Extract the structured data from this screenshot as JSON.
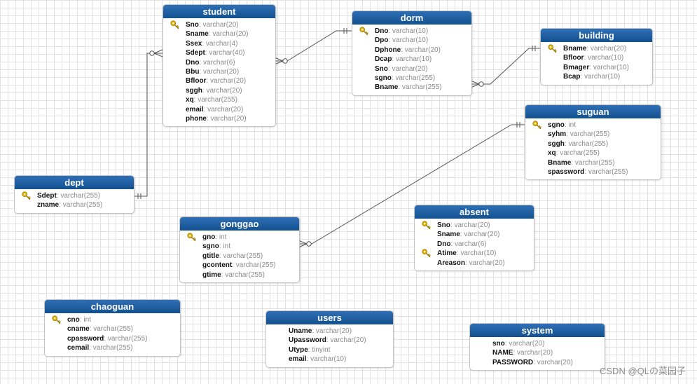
{
  "diagram": {
    "tables": [
      {
        "id": "student",
        "name": "student",
        "fields": [
          {
            "name": "Sno",
            "type": "varchar(20)",
            "key": true
          },
          {
            "name": "Sname",
            "type": "varchar(20)",
            "key": false
          },
          {
            "name": "Ssex",
            "type": "varchar(4)",
            "key": false
          },
          {
            "name": "Sdept",
            "type": "varchar(40)",
            "key": false
          },
          {
            "name": "Dno",
            "type": "varchar(6)",
            "key": false
          },
          {
            "name": "Bbu",
            "type": "varchar(20)",
            "key": false
          },
          {
            "name": "Bfloor",
            "type": "varchar(20)",
            "key": false
          },
          {
            "name": "sggh",
            "type": "varchar(20)",
            "key": false
          },
          {
            "name": "xq",
            "type": "varchar(255)",
            "key": false
          },
          {
            "name": "email",
            "type": "varchar(20)",
            "key": false
          },
          {
            "name": "phone",
            "type": "varchar(20)",
            "key": false
          }
        ]
      },
      {
        "id": "dorm",
        "name": "dorm",
        "fields": [
          {
            "name": "Dno",
            "type": "varchar(10)",
            "key": true
          },
          {
            "name": "Dpo",
            "type": "varchar(10)",
            "key": false
          },
          {
            "name": "Dphone",
            "type": "varchar(20)",
            "key": false
          },
          {
            "name": "Dcap",
            "type": "varchar(10)",
            "key": false
          },
          {
            "name": "Sno",
            "type": "varchar(20)",
            "key": false
          },
          {
            "name": "sgno",
            "type": "varchar(255)",
            "key": false
          },
          {
            "name": "Bname",
            "type": "varchar(255)",
            "key": false
          }
        ]
      },
      {
        "id": "building",
        "name": "building",
        "fields": [
          {
            "name": "Bname",
            "type": "varchar(20)",
            "key": true
          },
          {
            "name": "Bfloor",
            "type": "varchar(10)",
            "key": false
          },
          {
            "name": "Bmager",
            "type": "varchar(10)",
            "key": false
          },
          {
            "name": "Bcap",
            "type": "varchar(10)",
            "key": false
          }
        ]
      },
      {
        "id": "suguan",
        "name": "suguan",
        "fields": [
          {
            "name": "sgno",
            "type": "int",
            "key": true
          },
          {
            "name": "syhm",
            "type": "varchar(255)",
            "key": false
          },
          {
            "name": "sggh",
            "type": "varchar(255)",
            "key": false
          },
          {
            "name": "xq",
            "type": "varchar(255)",
            "key": false
          },
          {
            "name": "Bname",
            "type": "varchar(255)",
            "key": false
          },
          {
            "name": "spassword",
            "type": "varchar(255)",
            "key": false
          }
        ]
      },
      {
        "id": "dept",
        "name": "dept",
        "fields": [
          {
            "name": "Sdept",
            "type": "varchar(255)",
            "key": true
          },
          {
            "name": "zname",
            "type": "varchar(255)",
            "key": false
          }
        ]
      },
      {
        "id": "gonggao",
        "name": "gonggao",
        "fields": [
          {
            "name": "gno",
            "type": "int",
            "key": true
          },
          {
            "name": "sgno",
            "type": "int",
            "key": false
          },
          {
            "name": "gtitle",
            "type": "varchar(255)",
            "key": false
          },
          {
            "name": "gcontent",
            "type": "varchar(255)",
            "key": false
          },
          {
            "name": "gtime",
            "type": "varchar(255)",
            "key": false
          }
        ]
      },
      {
        "id": "absent",
        "name": "absent",
        "fields": [
          {
            "name": "Sno",
            "type": "varchar(20)",
            "key": true
          },
          {
            "name": "Sname",
            "type": "varchar(20)",
            "key": false
          },
          {
            "name": "Dno",
            "type": "varchar(6)",
            "key": false
          },
          {
            "name": "Atime",
            "type": "varchar(10)",
            "key": true
          },
          {
            "name": "Areason",
            "type": "varchar(20)",
            "key": false
          }
        ]
      },
      {
        "id": "chaoguan",
        "name": "chaoguan",
        "fields": [
          {
            "name": "cno",
            "type": "int",
            "key": true
          },
          {
            "name": "cname",
            "type": "varchar(255)",
            "key": false
          },
          {
            "name": "cpassword",
            "type": "varchar(255)",
            "key": false
          },
          {
            "name": "cemail",
            "type": "varchar(255)",
            "key": false
          }
        ]
      },
      {
        "id": "users",
        "name": "users",
        "fields": [
          {
            "name": "Uname",
            "type": "varchar(20)",
            "key": false
          },
          {
            "name": "Upassword",
            "type": "varchar(20)",
            "key": false
          },
          {
            "name": "Utype",
            "type": "tinyint",
            "key": false
          },
          {
            "name": "email",
            "type": "varchar(10)",
            "key": false
          }
        ]
      },
      {
        "id": "system",
        "name": "system",
        "fields": [
          {
            "name": "sno",
            "type": "varchar(20)",
            "key": false
          },
          {
            "name": "NAME",
            "type": "varchar(20)",
            "key": false
          },
          {
            "name": "PASSWORD",
            "type": "varchar(20)",
            "key": false
          }
        ]
      }
    ],
    "relations": [
      {
        "from": "dept",
        "to": "student"
      },
      {
        "from": "dorm",
        "to": "student"
      },
      {
        "from": "building",
        "to": "dorm"
      },
      {
        "from": "suguan",
        "to": "gonggao"
      }
    ],
    "watermark": "CSDN @QLの菜园子",
    "colors": {
      "header": "#1a5a9c",
      "line": "#555555",
      "keyIcon": "#e8b400"
    }
  }
}
